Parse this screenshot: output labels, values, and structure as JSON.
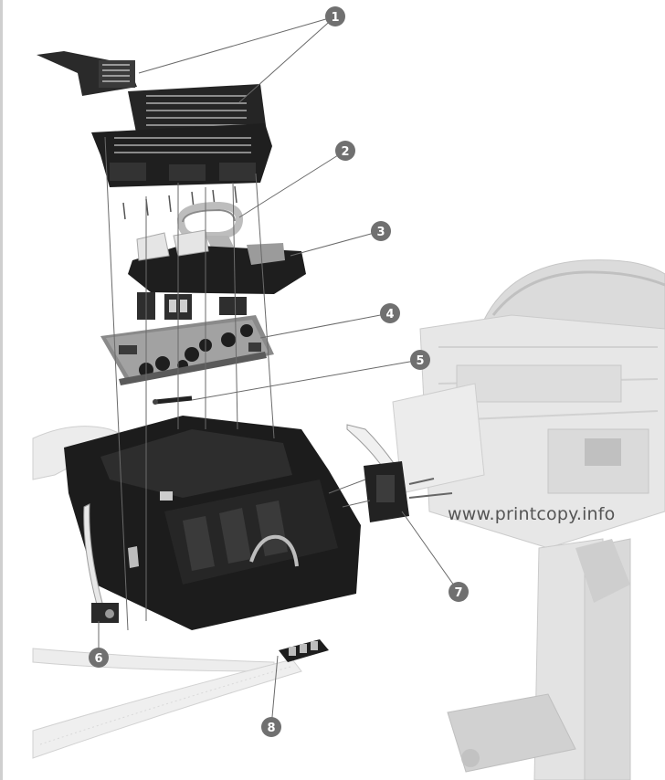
{
  "watermark": "www.printcopy.info",
  "callouts": [
    {
      "id": "1",
      "label": "1"
    },
    {
      "id": "2",
      "label": "2"
    },
    {
      "id": "3",
      "label": "3"
    },
    {
      "id": "4",
      "label": "4"
    },
    {
      "id": "5",
      "label": "5"
    },
    {
      "id": "6",
      "label": "6"
    },
    {
      "id": "7",
      "label": "7"
    },
    {
      "id": "8",
      "label": "8"
    }
  ],
  "colors": {
    "part_dark": "#2a2a2a",
    "part_mid": "#4a4a4a",
    "background_machine": "#e4e4e4",
    "callout": "#707070",
    "leader": "#6a6a6a",
    "cable": "#e9e9e9"
  }
}
